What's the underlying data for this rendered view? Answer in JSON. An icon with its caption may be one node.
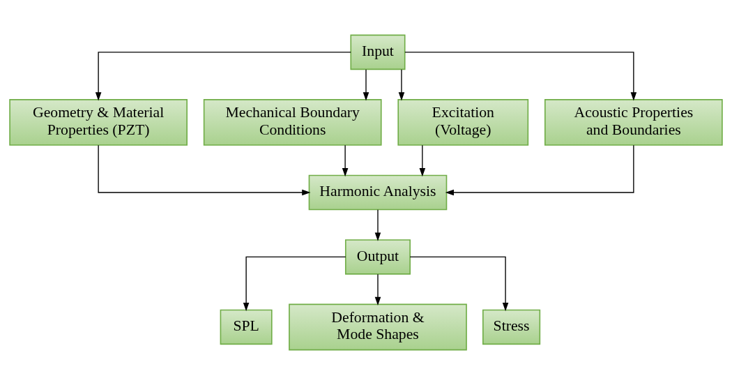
{
  "diagram": {
    "nodes": [
      {
        "text": [
          "Input"
        ]
      },
      {
        "text": [
          "Geometry & Material Properties (PZT)"
        ]
      },
      {
        "text": [
          "Mechanical Boundary Conditions"
        ]
      },
      {
        "text": [
          "Excitation (Voltage)"
        ]
      },
      {
        "text": [
          "Acoustic Properties and Boundaries"
        ]
      },
      {
        "text": [
          "Harmonic Analysis"
        ]
      },
      {
        "text": [
          "Output"
        ]
      },
      {
        "text": [
          "SPL"
        ]
      },
      {
        "text": [
          "Deformation & Mode Shapes"
        ]
      },
      {
        "text": [
          "Stress"
        ]
      }
    ],
    "edges": [
      {
        "from": 0,
        "to": 1,
        "arrow": "to"
      },
      {
        "from": 0,
        "to": 2,
        "arrow": "to"
      },
      {
        "from": 0,
        "to": 3,
        "arrow": "to"
      },
      {
        "from": 0,
        "to": 4,
        "arrow": "to"
      },
      {
        "from": 1,
        "to": 5,
        "arrow": "to"
      },
      {
        "from": 2,
        "to": 5,
        "arrow": "to"
      },
      {
        "from": 3,
        "to": 5,
        "arrow": "to"
      },
      {
        "from": 4,
        "to": 5,
        "arrow": "to"
      },
      {
        "from": 5,
        "to": 6,
        "arrow": "to"
      },
      {
        "from": 6,
        "to": 7,
        "arrow": "to"
      },
      {
        "from": 6,
        "to": 8,
        "arrow": "to"
      },
      {
        "from": 6,
        "to": 9,
        "arrow": "to"
      }
    ]
  }
}
